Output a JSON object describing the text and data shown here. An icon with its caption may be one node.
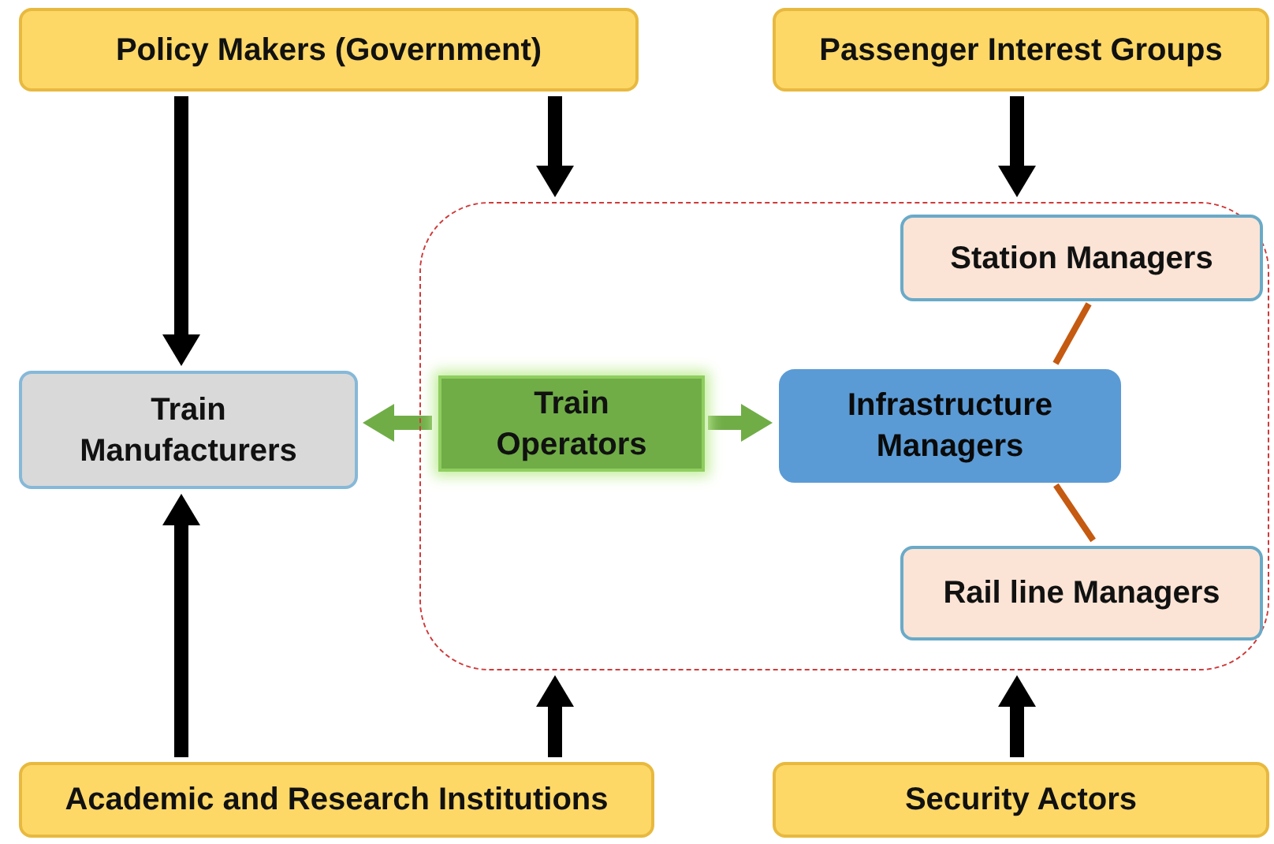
{
  "diagram": {
    "nodes": [
      {
        "text": [
          "Policy Makers (Government)"
        ]
      },
      {
        "text": [
          "Passenger Interest Groups"
        ]
      },
      {
        "text": [],
        "shape": "box"
      },
      {
        "text": [
          "Station Managers"
        ],
        "in": 2
      },
      {
        "text": [
          "Train Manufacturers"
        ]
      },
      {
        "text": [
          "Train Operators"
        ],
        "in": 2
      },
      {
        "text": [
          "Infrastructure Managers"
        ],
        "in": 2
      },
      {
        "text": [
          "Rail line Managers"
        ],
        "in": 2
      },
      {
        "text": [
          "Academic and Research Institutions"
        ]
      },
      {
        "text": [
          "Security Actors"
        ]
      }
    ],
    "edges": [
      {
        "from": 0,
        "to": 4,
        "arrow": "to"
      },
      {
        "from": 0,
        "to": 2,
        "arrow": "to"
      },
      {
        "from": 1,
        "to": 2,
        "arrow": "to"
      },
      {
        "from": 5,
        "to": 4,
        "arrow": "to",
        "color": "#70ad47"
      },
      {
        "from": 5,
        "to": 6,
        "arrow": "to",
        "color": "#70ad47"
      },
      {
        "from": 6,
        "to": 3,
        "arrow": "none",
        "color": "#c55a11"
      },
      {
        "from": 6,
        "to": 7,
        "arrow": "none",
        "color": "#c55a11"
      },
      {
        "from": 8,
        "to": 4,
        "arrow": "to"
      },
      {
        "from": 8,
        "to": 2,
        "arrow": "to"
      },
      {
        "from": 9,
        "to": 2,
        "arrow": "to"
      }
    ]
  }
}
